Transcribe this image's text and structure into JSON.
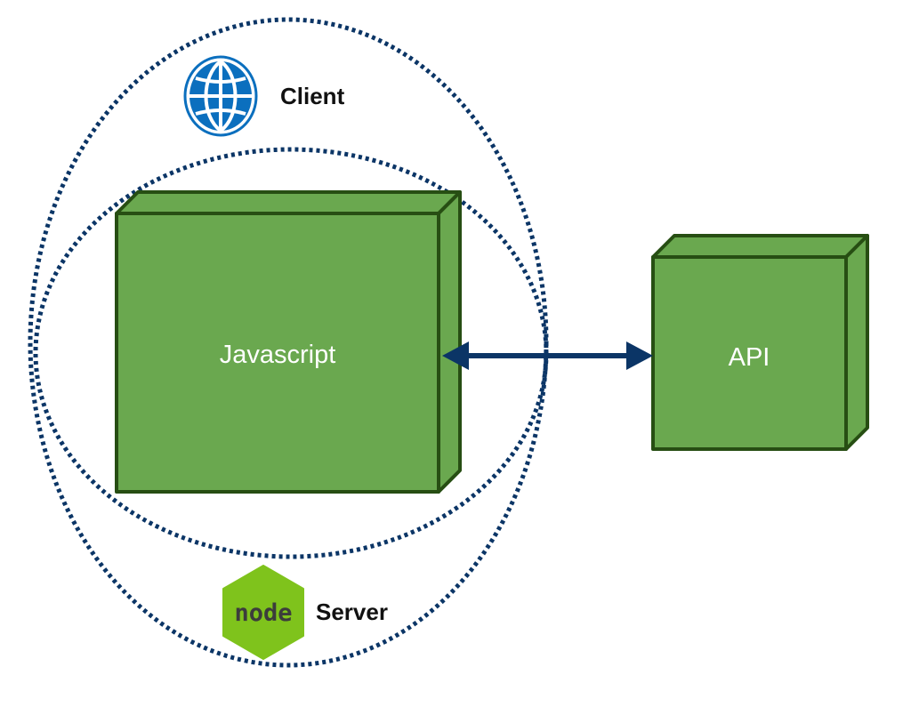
{
  "diagram": {
    "zones": [
      {
        "id": "client",
        "label": "Client",
        "icon": "globe-icon",
        "icon_color": "#0b6fbe"
      },
      {
        "id": "server",
        "label": "Server",
        "icon": "nodejs-logo-icon",
        "icon_color": "#7fc31c",
        "icon_text": "node"
      }
    ],
    "nodes": [
      {
        "id": "javascript",
        "label": "Javascript"
      },
      {
        "id": "api",
        "label": "API"
      }
    ],
    "edges": [
      {
        "from": "javascript",
        "to": "api",
        "direction": "bidirectional"
      }
    ],
    "colors": {
      "box_fill": "#6aa84f",
      "box_stroke": "#274e13",
      "boundary": "#0b3566",
      "arrow": "#0b3566",
      "label_text": "#111111",
      "box_text": "#ffffff"
    }
  }
}
